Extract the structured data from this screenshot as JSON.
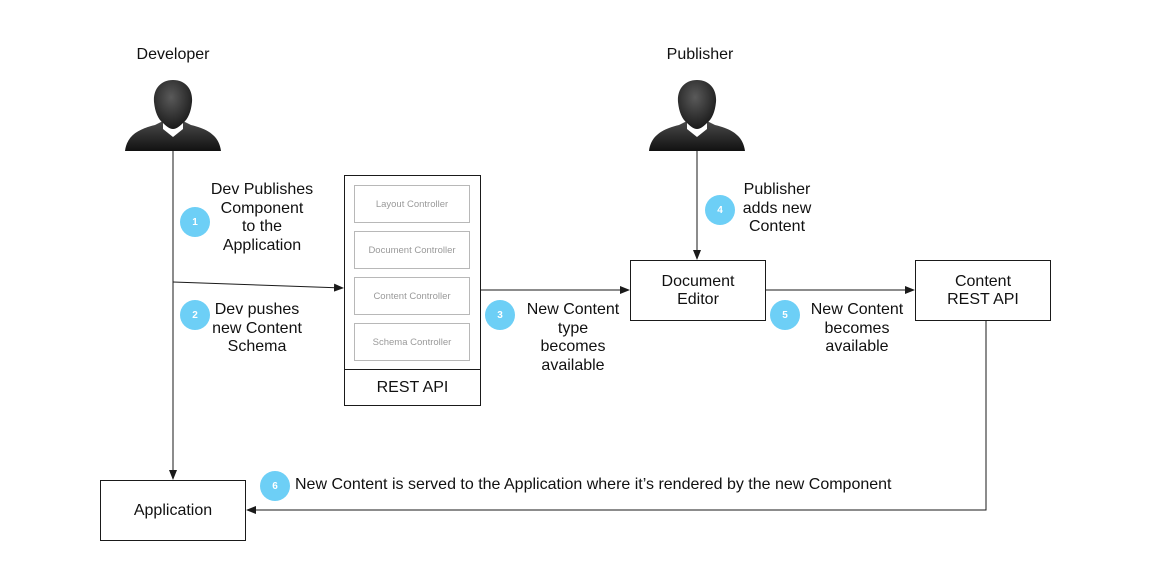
{
  "actors": {
    "developer": {
      "label": "Developer",
      "icon": "person-silhouette-icon"
    },
    "publisher": {
      "label": "Publisher",
      "icon": "person-silhouette-icon"
    }
  },
  "rest_api_container": {
    "controllers": [
      "Layout Controller",
      "Document Controller",
      "Content Controller",
      "Schema Controller"
    ],
    "label": "REST API"
  },
  "boxes": {
    "document_editor": "Document\nEditor",
    "content_rest_api": "Content\nREST API",
    "application": "Application"
  },
  "steps": [
    {
      "number": "1",
      "text": "Dev Publishes\nComponent\nto the\nApplication"
    },
    {
      "number": "2",
      "text": "Dev pushes\nnew Content\nSchema"
    },
    {
      "number": "3",
      "text": "New Content\ntype\nbecomes\navailable"
    },
    {
      "number": "4",
      "text": "Publisher\nadds new\nContent"
    },
    {
      "number": "5",
      "text": "New Content\nbecomes\navailable"
    },
    {
      "number": "6",
      "text": "New Content is served to the Application where it’s rendered by the new Component"
    }
  ],
  "colors": {
    "badge": "#6dcff6",
    "line": "#1a1a1a",
    "controller_border": "#b8b8b8",
    "controller_text": "#9a9a9a",
    "avatar_dark": "#111111",
    "avatar_light": "#555555"
  }
}
